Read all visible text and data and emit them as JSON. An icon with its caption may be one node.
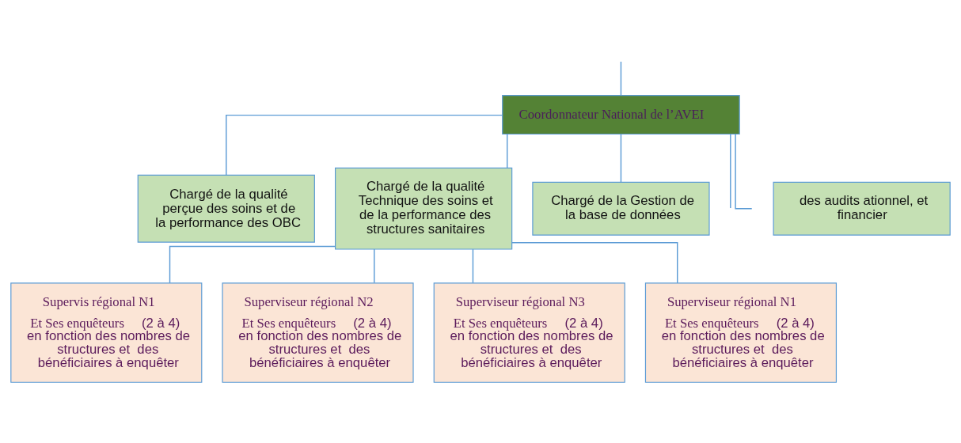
{
  "diagram": {
    "nodes": [
      {
        "text": [
          "Coordonnateur National de l’AVEI"
        ]
      },
      {
        "text": [
          "Chargé de la qualité perçue des soins et de la performance des OBC"
        ]
      },
      {
        "text": [
          "Chargé de la qualité Technique des soins et de la performance des structures sanitaires"
        ]
      },
      {
        "text": [
          "Chargé de la Gestion de la base de données"
        ]
      },
      {
        "text": [
          "des audits ationnel, et financier"
        ]
      },
      {
        "text": [
          "Supervis régional N1",
          "**Et Ses enquêteurs** (2 à 4) en fonction des nombres de structures et  des bénéficiaires à enquêter"
        ]
      },
      {
        "text": [
          "Superviseur régional N2",
          "**Et Ses enquêteurs** (2 à 4) en fonction des nombres de structures et  des bénéficiaires à enquêter"
        ]
      },
      {
        "text": [
          "Superviseur régional N3",
          "**Et Ses enquêteurs** (2 à 4) en fonction des nombres de structures et  des bénéficiaires à enquêter"
        ]
      },
      {
        "text": [
          "Superviseur régional N1",
          "**Et Ses enquêteurs** (2 à 4) en fonction des nombres de structures et  des bénéficiaires à enquêter"
        ]
      }
    ],
    "edges": [
      {
        "from": null,
        "to": 0,
        "arrow": "none"
      },
      {
        "from": 0,
        "to": 1,
        "arrow": "none"
      },
      {
        "from": 0,
        "to": null,
        "arrow": "none"
      },
      {
        "from": 0,
        "to": 2,
        "arrow": "none"
      },
      {
        "from": 0,
        "to": 3,
        "arrow": "none"
      },
      {
        "from": 0,
        "to": null,
        "arrow": "none"
      },
      {
        "from": 2,
        "to": 5,
        "arrow": "none"
      },
      {
        "from": 2,
        "to": 6,
        "arrow": "none"
      },
      {
        "from": 2,
        "to": 7,
        "arrow": "none"
      },
      {
        "from": 2,
        "to": 8,
        "arrow": "none"
      }
    ]
  }
}
